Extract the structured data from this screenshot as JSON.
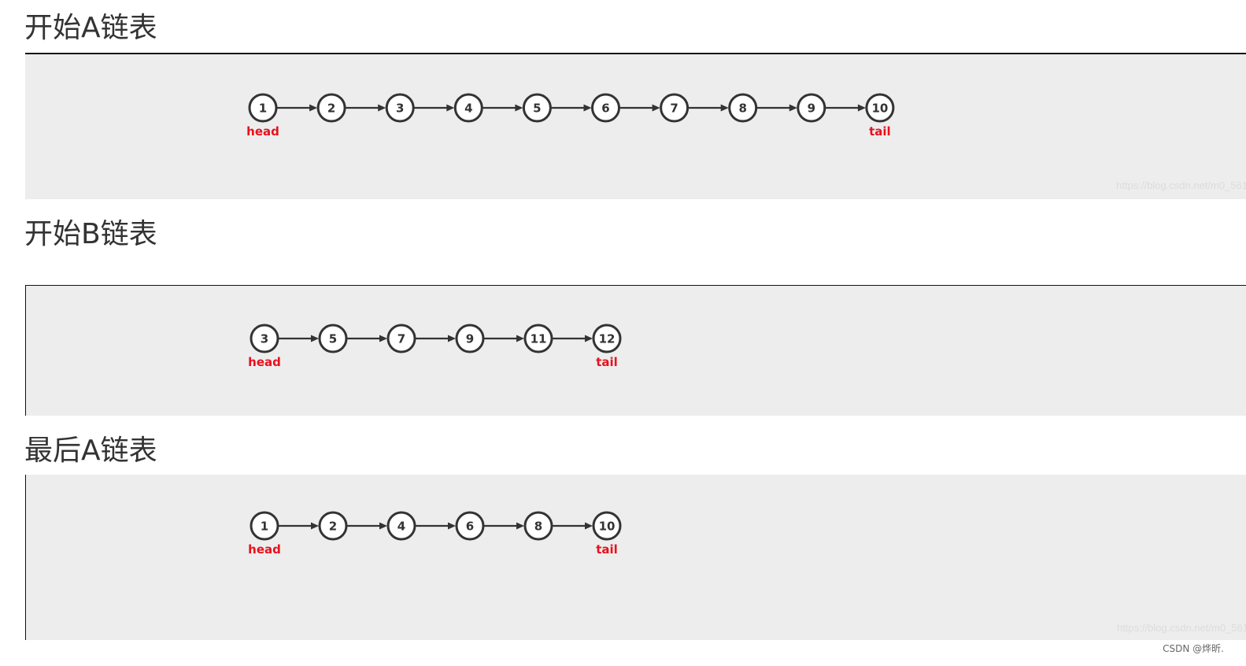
{
  "sections": [
    {
      "title": "开始A链表",
      "nodes": [
        "1",
        "2",
        "3",
        "4",
        "5",
        "6",
        "7",
        "8",
        "9",
        "10"
      ],
      "head_label": "head",
      "tail_label": "tail",
      "watermark": "https://blog.csdn.net/m0_561"
    },
    {
      "title": "开始B链表",
      "nodes": [
        "3",
        "5",
        "7",
        "9",
        "11",
        "12"
      ],
      "head_label": "head",
      "tail_label": "tail",
      "watermark": ""
    },
    {
      "title": "最后A链表",
      "nodes": [
        "1",
        "2",
        "4",
        "6",
        "8",
        "10"
      ],
      "head_label": "head",
      "tail_label": "tail",
      "watermark": "https://blog.csdn.net/m0_561"
    }
  ],
  "footer": {
    "credit": "CSDN @烨昕."
  },
  "colors": {
    "panel_bg": "#ededed",
    "node_stroke": "#333333",
    "pointer_label": "#e8111d"
  }
}
